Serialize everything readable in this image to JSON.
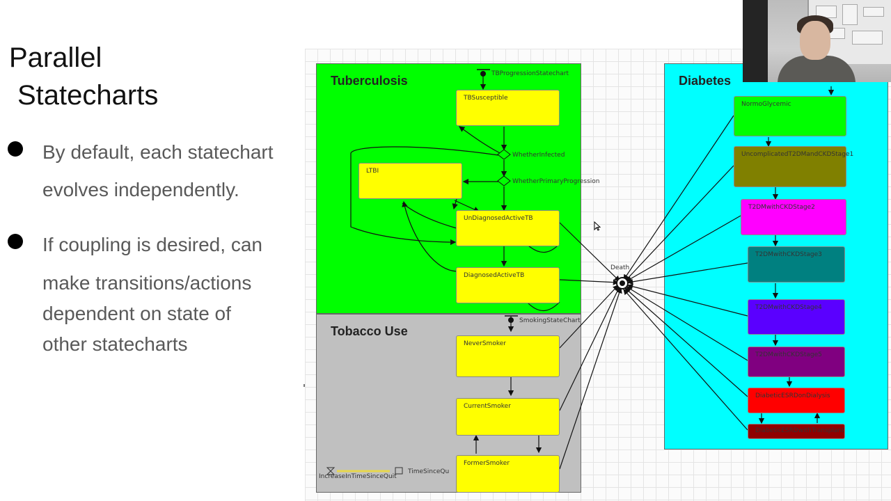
{
  "slide": {
    "title_line1": "Parallel",
    "title_line2": "Statecharts",
    "bullet1_line1": "By default, each statechart",
    "bullet1_line2": "evolves independently.",
    "bullet2_line1": "If coupling is desired, can",
    "bullet2_line2": "make transitions/actions",
    "bullet2_line3": "dependent on state of",
    "bullet2_line4": "other statecharts"
  },
  "diagram": {
    "tb": {
      "title": "Tuberculosis",
      "statechart_label": "TBProgressionStatechart",
      "states": [
        "TBSusceptible",
        "LTBI",
        "UnDiagnosedActiveTB",
        "DiagnosedActiveTB"
      ],
      "branch_infected": "WhetherInfected",
      "branch_primary": "WhetherPrimaryProgression",
      "fill": "#00ff00"
    },
    "tobacco": {
      "title": "Tobacco Use",
      "statechart_label": "SmokingStateChart",
      "states": [
        "NeverSmoker",
        "CurrentSmoker",
        "FormerSmoker"
      ],
      "event_label": "IncreaseInTimeSinceQuit",
      "variable_label": "TimeSinceQu",
      "fill": "#c0c0c0"
    },
    "diabetes": {
      "title": "Diabetes",
      "fill": "#00ffff",
      "states": [
        {
          "label": "NormoGlycemic",
          "color": "#00ff00"
        },
        {
          "label": "UncomplicatedT2DMandCKDStage1",
          "color": "#808000"
        },
        {
          "label": "T2DMwithCKDStage2",
          "color": "#ff00ff"
        },
        {
          "label": "T2DMwithCKDStage3",
          "color": "#008080"
        },
        {
          "label": "T2DMwithCKDStage4",
          "color": "#5a00ff"
        },
        {
          "label": "T2DMwithCKDStage5",
          "color": "#800080"
        },
        {
          "label": "DiabeticESRDonDialysis",
          "color": "#ff0000"
        },
        {
          "label": "DiabeticESRDwithTransplant",
          "color": "#900000"
        }
      ]
    },
    "death_label": "Death",
    "state_fill": "#ffff00"
  }
}
